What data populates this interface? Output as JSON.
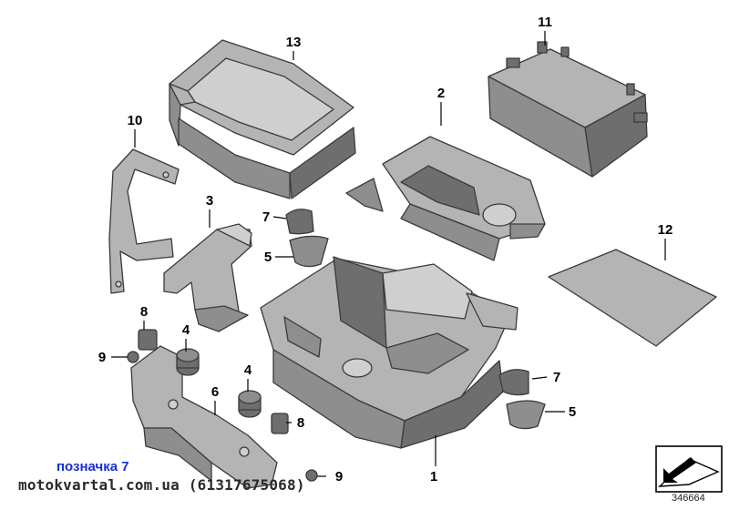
{
  "diagram": {
    "callouts": [
      {
        "id": "1",
        "label": "1"
      },
      {
        "id": "2",
        "label": "2"
      },
      {
        "id": "3",
        "label": "3"
      },
      {
        "id": "4a",
        "label": "4"
      },
      {
        "id": "4b",
        "label": "4"
      },
      {
        "id": "5a",
        "label": "5"
      },
      {
        "id": "5b",
        "label": "5"
      },
      {
        "id": "6",
        "label": "6"
      },
      {
        "id": "7a",
        "label": "7"
      },
      {
        "id": "7b",
        "label": "7"
      },
      {
        "id": "8a",
        "label": "8"
      },
      {
        "id": "8b",
        "label": "8"
      },
      {
        "id": "9a",
        "label": "9"
      },
      {
        "id": "9b",
        "label": "9"
      },
      {
        "id": "10",
        "label": "10"
      },
      {
        "id": "11",
        "label": "11"
      },
      {
        "id": "12",
        "label": "12"
      },
      {
        "id": "13",
        "label": "13"
      }
    ],
    "diagram_number": "346664"
  },
  "captions": {
    "label": "позначка 7",
    "site": "motokvartal.com.ua (61317675068)"
  },
  "colors": {
    "part_fill": "#8e8e8e",
    "part_dark": "#6e6e6e",
    "part_light": "#b4b4b4",
    "label_blue": "#1a2fd6"
  }
}
